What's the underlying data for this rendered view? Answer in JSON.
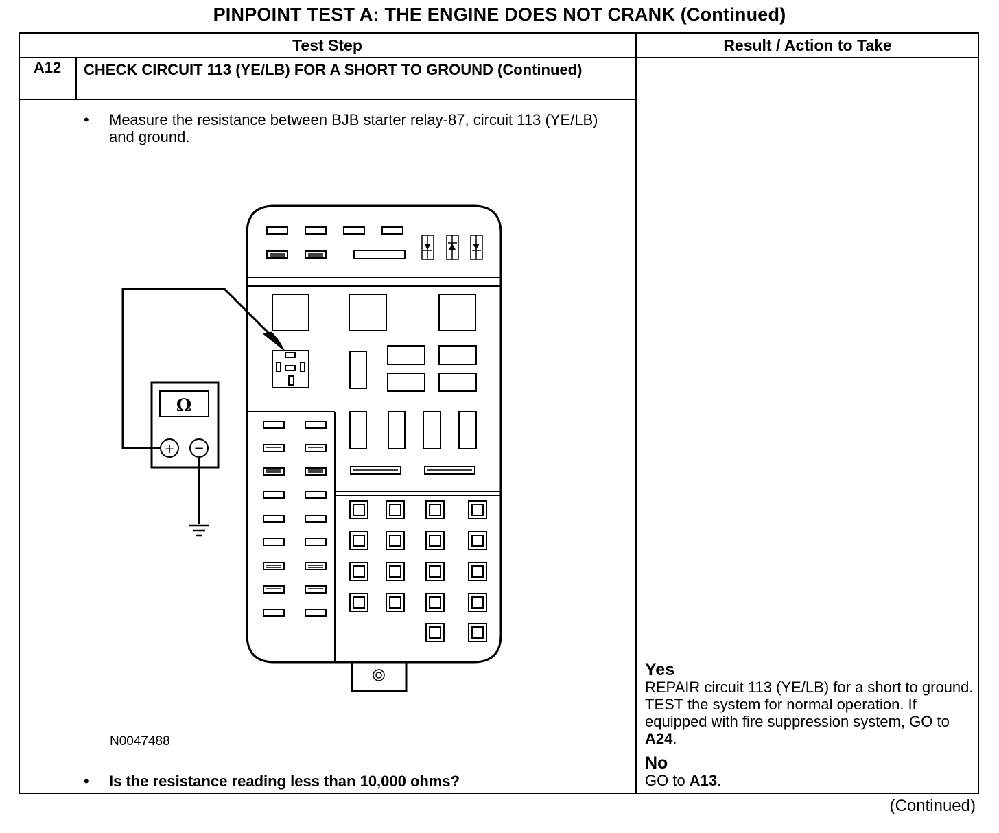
{
  "page_title": "PINPOINT TEST  A: THE ENGINE DOES NOT CRANK (Continued)",
  "table": {
    "col_test_step": "Test Step",
    "col_result": "Result / Action to Take"
  },
  "step": {
    "id": "A12",
    "title": "CHECK CIRCUIT 113 (YE/LB) FOR A SHORT TO GROUND (Continued)",
    "bullet_1": "Measure the resistance between BJB starter relay-87, circuit 113 (YE/LB) and ground.",
    "figure_id": "N0047488",
    "bullet_2": "Is the resistance reading less than 10,000 ohms?"
  },
  "meter": {
    "display_symbol": "Ω",
    "plus_symbol": "+",
    "minus_symbol": "−"
  },
  "results": {
    "yes_heading": "Yes",
    "yes_text_1": "REPAIR circuit 113 (YE/LB) for a short to ground. TEST the system for normal operation. If equipped with fire suppression system, GO to ",
    "yes_ref": "A24",
    "yes_text_2": ".",
    "no_heading": "No",
    "no_text_1": "GO to ",
    "no_ref": "A13",
    "no_text_2": "."
  },
  "footer": {
    "continued": "(Continued)"
  }
}
